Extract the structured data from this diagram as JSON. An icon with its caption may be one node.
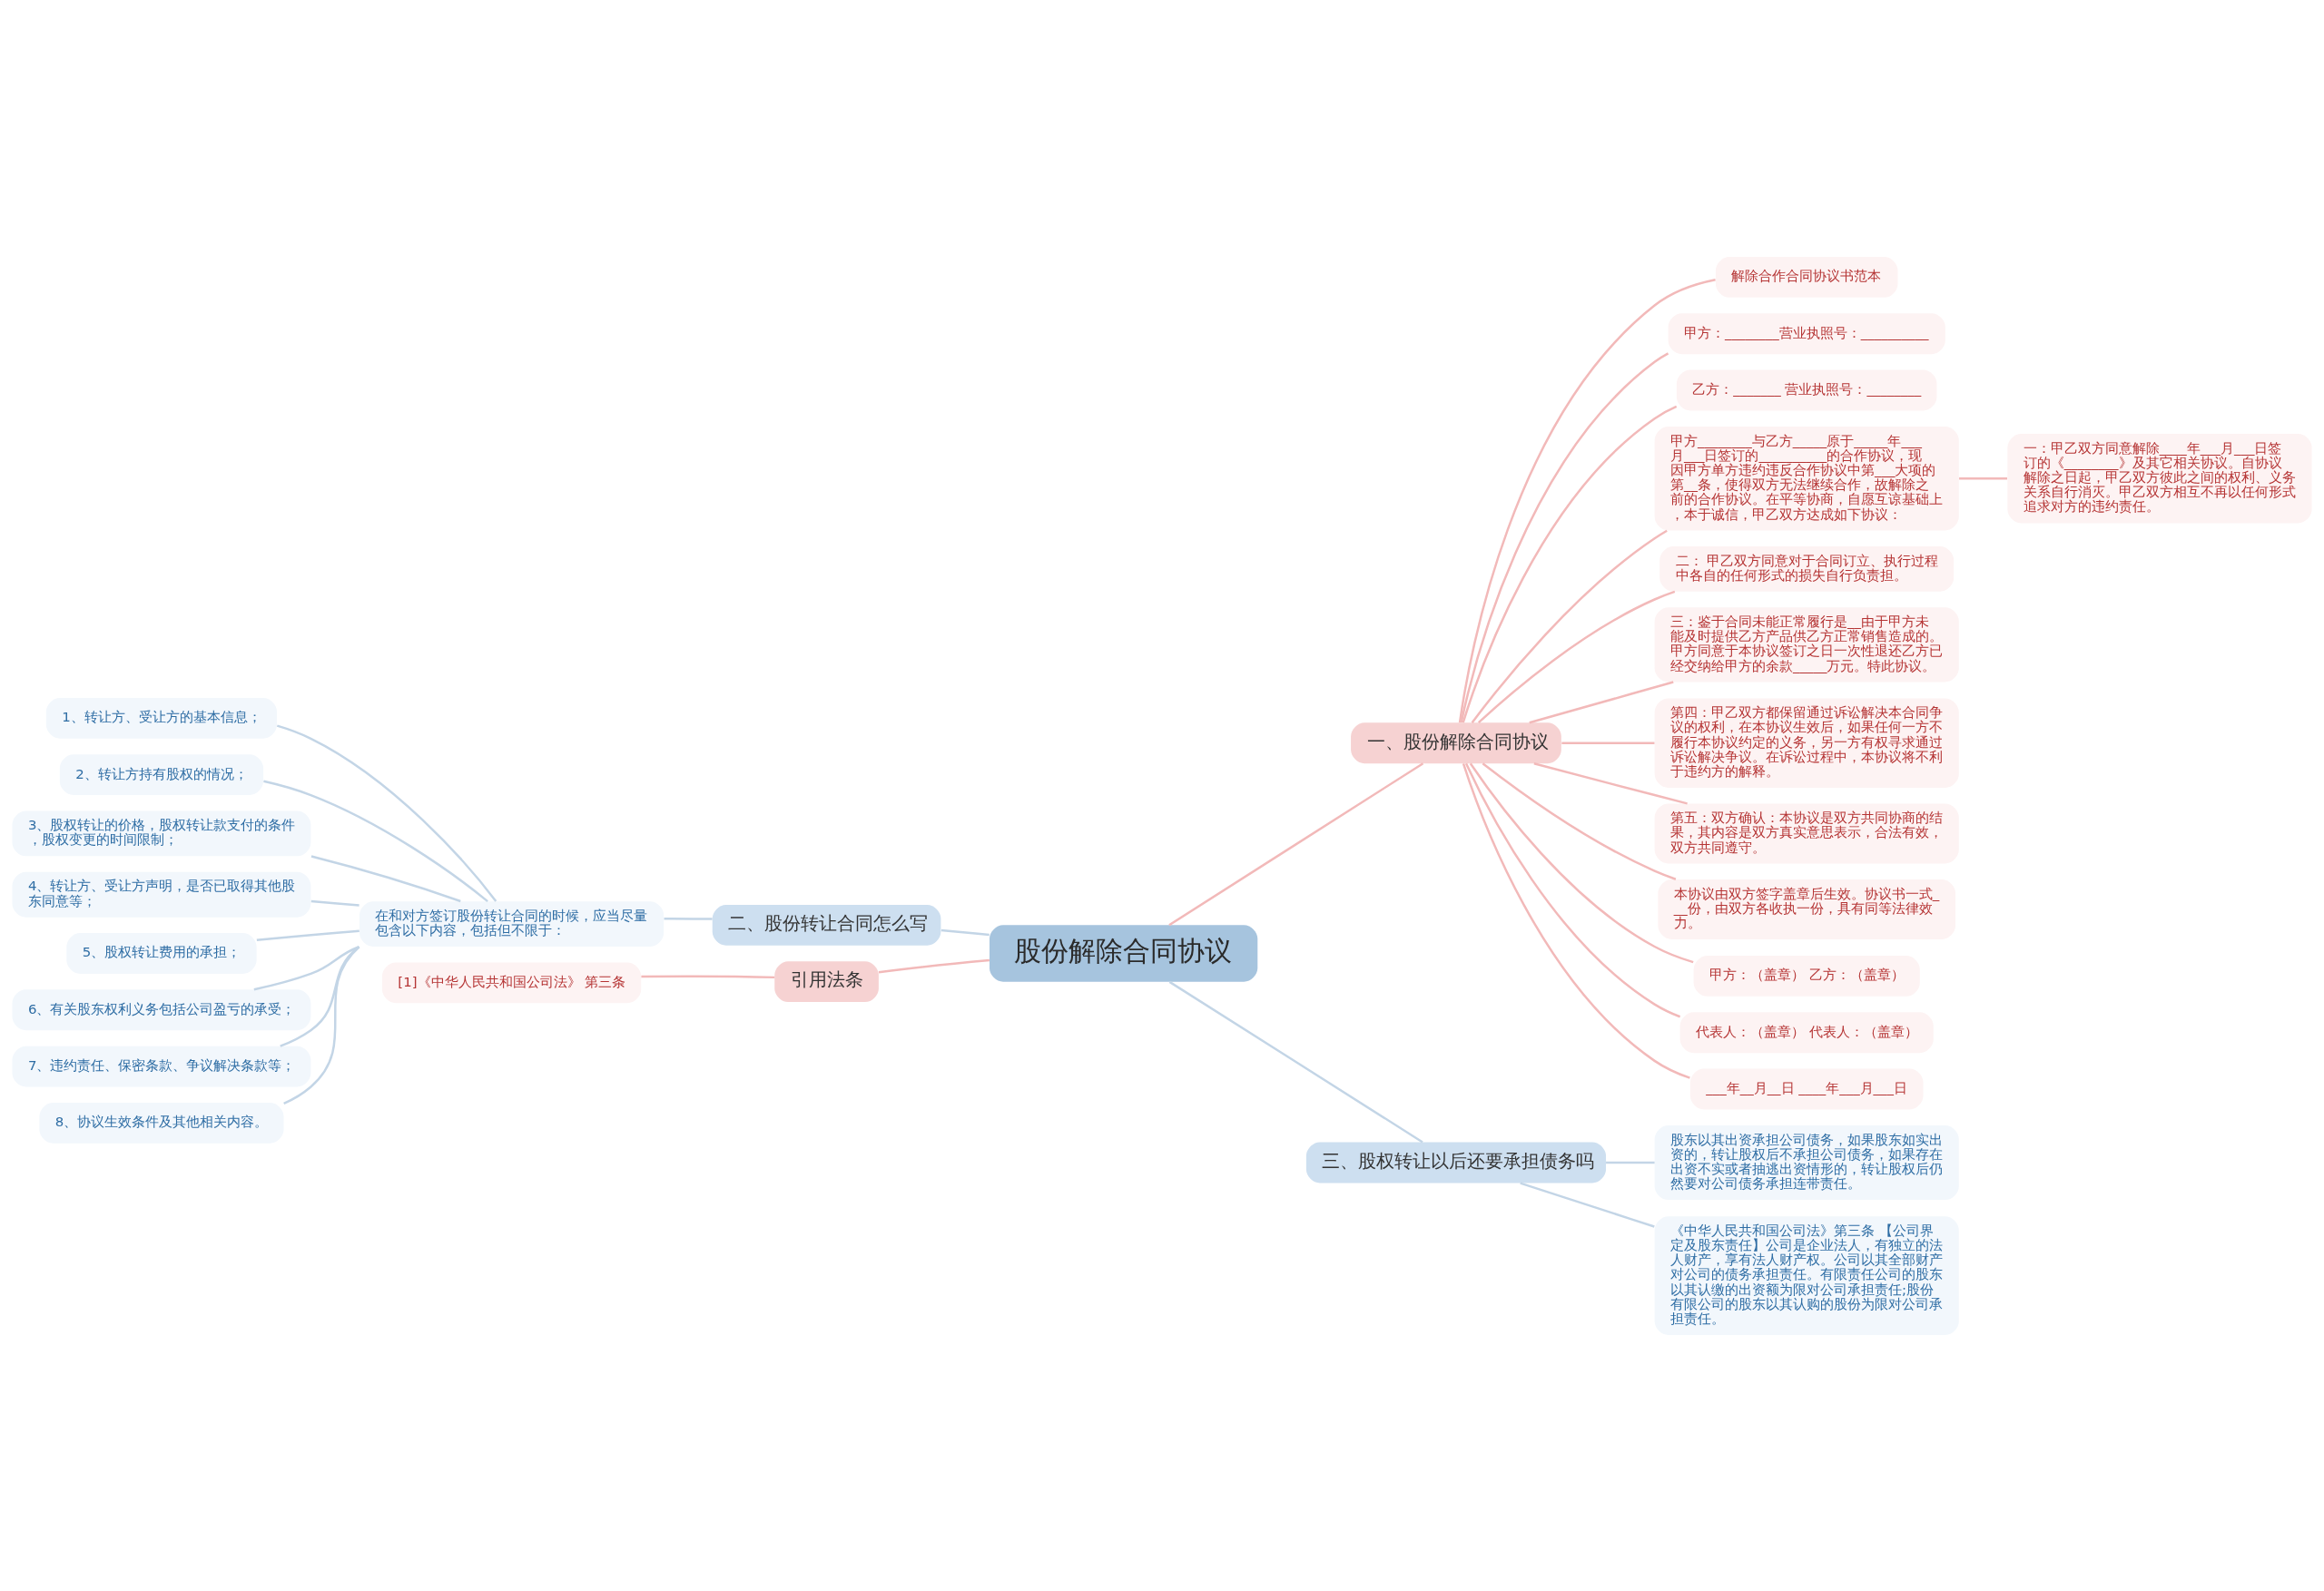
{
  "diagram": {
    "nodes": [
      {
        "text": [
          "股份解除合同协议"
        ]
      },
      {
        "text": [
          "一、股份解除合同协议"
        ]
      },
      {
        "text": [
          "解除合作合同协议书范本"
        ]
      },
      {
        "text": [
          "甲方：________营业执照号：__________"
        ]
      },
      {
        "text": [
          "乙方：_______ 营业执照号：________"
        ]
      },
      {
        "text": [
          "甲方________与乙方_____原于_____年___月___日签订的__________的合作协议，现因甲方单方违约违反合作协议中第___大项的第__条，使得双方无法继续合作，故解除之前的合作协议。在平等协商，自愿互谅基础上，本于诚信，甲乙双方达成如下协议："
        ]
      },
      {
        "text": [
          "一：甲乙双方同意解除____年___月___日签订的《________》及其它相关协议。自协议解除之日起，甲乙双方彼此之间的权利、义务关系自行消灭。甲乙双方相互不再以任何形式追求对方的违约责任。"
        ]
      },
      {
        "text": [
          "二： 甲乙双方同意对于合同订立、执行过程中各自的任何形式的损失自行负责担。"
        ]
      },
      {
        "text": [
          "三：鉴于合同未能正常履行是__由于甲方未能及时提供乙方产品供乙方正常销售造成的。甲方同意于本协议签订之日一次性退还乙方已经交纳给甲方的余款_____万元。特此协议。"
        ]
      },
      {
        "text": [
          "第四：甲乙双方都保留通过诉讼解决本合同争议的权利，在本协议生效后，如果任何一方不履行本协议约定的义务，另一方有权寻求通过诉讼解决争议。在诉讼过程中，本协议将不利于违约方的解释。"
        ]
      },
      {
        "text": [
          "第五：双方确认：本协议是双方共同协商的结果，其内容是双方真实意思表示，合法有效，双方共同遵守。"
        ]
      },
      {
        "text": [
          "本协议由双方签字盖章后生效。协议书一式___份，由双方各收执一份，具有同等法律效力。"
        ]
      },
      {
        "text": [
          "甲方：（盖章） 乙方：（盖章）"
        ]
      },
      {
        "text": [
          "代表人：（盖章） 代表人：（盖章）"
        ]
      },
      {
        "text": [
          "___年__月__日 ____年___月___日"
        ]
      },
      {
        "text": [
          "三、股权转让以后还要承担债务吗"
        ]
      },
      {
        "text": [
          "股东以其出资承担公司债务，如果股东如实出资的，转让股权后不承担公司债务，如果存在出资不实或者抽逃出资情形的，转让股权后仍然要对公司债务承担连带责任。"
        ]
      },
      {
        "text": [
          "《中华人民共和国公司法》第三条 【公司界定及股东责任】公司是企业法人，有独立的法人财产，享有法人财产权。公司以其全部财产对公司的债务承担责任。有限责任公司的股东以其认缴的出资额为限对公司承担责任;股份有限公司的股东以其认购的股份为限对公司承担责任。"
        ]
      },
      {
        "text": [
          "二、股份转让合同怎么写"
        ]
      },
      {
        "text": [
          "在和对方签订股份转让合同的时候，应当尽量包含以下内容，包括但不限于："
        ]
      },
      {
        "text": [
          "1、转让方、受让方的基本信息；"
        ]
      },
      {
        "text": [
          "2、转让方持有股权的情况；"
        ]
      },
      {
        "text": [
          "3、股权转让的价格，股权转让款支付的条件，股权变更的时间限制；"
        ]
      },
      {
        "text": [
          "4、转让方、受让方声明，是否已取得其他股东同意等；"
        ]
      },
      {
        "text": [
          "5、股权转让费用的承担；"
        ]
      },
      {
        "text": [
          "6、有关股东权利义务包括公司盈亏的承受；"
        ]
      },
      {
        "text": [
          "7、违约责任、保密条款、争议解决条款等；"
        ]
      },
      {
        "text": [
          "8、协议生效条件及其他相关内容。"
        ]
      },
      {
        "text": [
          "引用法条"
        ]
      },
      {
        "text": [
          "[1]《中华人民共和国公司法》 第三条"
        ]
      }
    ],
    "edges": [
      {
        "from": 0,
        "to": 1,
        "arrow": "none"
      },
      {
        "from": 1,
        "to": 2,
        "arrow": "none"
      },
      {
        "from": 1,
        "to": 3,
        "arrow": "none"
      },
      {
        "from": 1,
        "to": 4,
        "arrow": "none"
      },
      {
        "from": 1,
        "to": 5,
        "arrow": "none"
      },
      {
        "from": 5,
        "to": 6,
        "arrow": "none"
      },
      {
        "from": 1,
        "to": 7,
        "arrow": "none"
      },
      {
        "from": 1,
        "to": 8,
        "arrow": "none"
      },
      {
        "from": 1,
        "to": 9,
        "arrow": "none"
      },
      {
        "from": 1,
        "to": 10,
        "arrow": "none"
      },
      {
        "from": 1,
        "to": 11,
        "arrow": "none"
      },
      {
        "from": 1,
        "to": 12,
        "arrow": "none"
      },
      {
        "from": 1,
        "to": 13,
        "arrow": "none"
      },
      {
        "from": 1,
        "to": 14,
        "arrow": "none"
      },
      {
        "from": 0,
        "to": 15,
        "arrow": "none",
        "color": "#c3d5e6"
      },
      {
        "from": 15,
        "to": 16,
        "arrow": "none",
        "color": "#c3d5e6"
      },
      {
        "from": 15,
        "to": 17,
        "arrow": "none",
        "color": "#c3d5e6"
      },
      {
        "from": 0,
        "to": 18,
        "arrow": "none",
        "color": "#c3d5e6"
      },
      {
        "from": 18,
        "to": 19,
        "arrow": "none",
        "color": "#c3d5e6"
      },
      {
        "from": 19,
        "to": 20,
        "arrow": "none",
        "color": "#c3d5e6"
      },
      {
        "from": 19,
        "to": 21,
        "arrow": "none",
        "color": "#c3d5e6"
      },
      {
        "from": 19,
        "to": 22,
        "arrow": "none",
        "color": "#c3d5e6"
      },
      {
        "from": 19,
        "to": 23,
        "arrow": "none",
        "color": "#c3d5e6"
      },
      {
        "from": 19,
        "to": 24,
        "arrow": "none",
        "color": "#c3d5e6"
      },
      {
        "from": 19,
        "to": 25,
        "arrow": "none",
        "color": "#c3d5e6"
      },
      {
        "from": 19,
        "to": 26,
        "arrow": "none",
        "color": "#c3d5e6"
      },
      {
        "from": 19,
        "to": 27,
        "arrow": "none",
        "color": "#c3d5e6"
      },
      {
        "from": 0,
        "to": 28,
        "arrow": "none"
      },
      {
        "from": 28,
        "to": 29,
        "arrow": "none"
      }
    ]
  }
}
